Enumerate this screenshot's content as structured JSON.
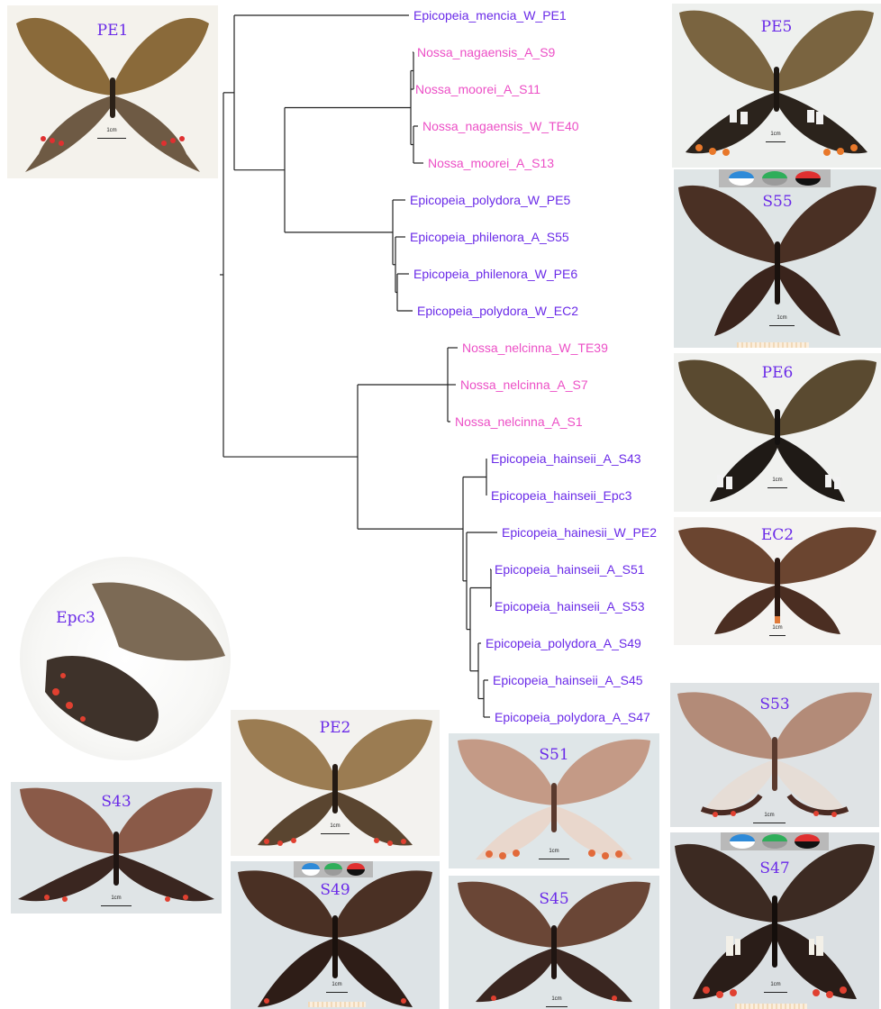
{
  "leaves": [
    {
      "label": "Epicopeia_mencia_W_PE1",
      "group": "epicopeia"
    },
    {
      "label": "Nossa_nagaensis_A_S9",
      "group": "nossa"
    },
    {
      "label": "Nossa_moorei_A_S11",
      "group": "nossa"
    },
    {
      "label": "Nossa_nagaensis_W_TE40",
      "group": "nossa"
    },
    {
      "label": "Nossa_moorei_A_S13",
      "group": "nossa"
    },
    {
      "label": "Epicopeia_polydora_W_PE5",
      "group": "epicopeia"
    },
    {
      "label": "Epicopeia_philenora_A_S55",
      "group": "epicopeia"
    },
    {
      "label": "Epicopeia_philenora_W_PE6",
      "group": "epicopeia"
    },
    {
      "label": "Epicopeia_polydora_W_EC2",
      "group": "epicopeia"
    },
    {
      "label": "Nossa_nelcinna_W_TE39",
      "group": "nossa"
    },
    {
      "label": "Nossa_nelcinna_A_S7",
      "group": "nossa"
    },
    {
      "label": "Nossa_nelcinna_A_S1",
      "group": "nossa"
    },
    {
      "label": "Epicopeia_hainseii_A_S43",
      "group": "epicopeia"
    },
    {
      "label": "Epicopeia_hainseii_Epc3",
      "group": "epicopeia"
    },
    {
      "label": "Epicopeia_hainesii_W_PE2",
      "group": "epicopeia"
    },
    {
      "label": "Epicopeia_hainseii_A_S51",
      "group": "epicopeia"
    },
    {
      "label": "Epicopeia_hainseii_A_S53",
      "group": "epicopeia"
    },
    {
      "label": "Epicopeia_polydora_A_S49",
      "group": "epicopeia"
    },
    {
      "label": "Epicopeia_hainseii_A_S45",
      "group": "epicopeia"
    },
    {
      "label": "Epicopeia_polydora_A_S47",
      "group": "epicopeia"
    }
  ],
  "colors": {
    "epicopeia": "#6a2ae8",
    "nossa": "#ec4fc6",
    "branch": "#222222"
  },
  "specimens": {
    "pe1": "PE1",
    "pe5": "PE5",
    "s55": "S55",
    "pe6": "PE6",
    "ec2": "EC2",
    "epc3": "Epc3",
    "s53": "S53",
    "s47": "S47",
    "pe2": "PE2",
    "s51": "S51",
    "s43": "S43",
    "s49": "S49",
    "s45": "S45"
  },
  "scale_label": "1cm"
}
